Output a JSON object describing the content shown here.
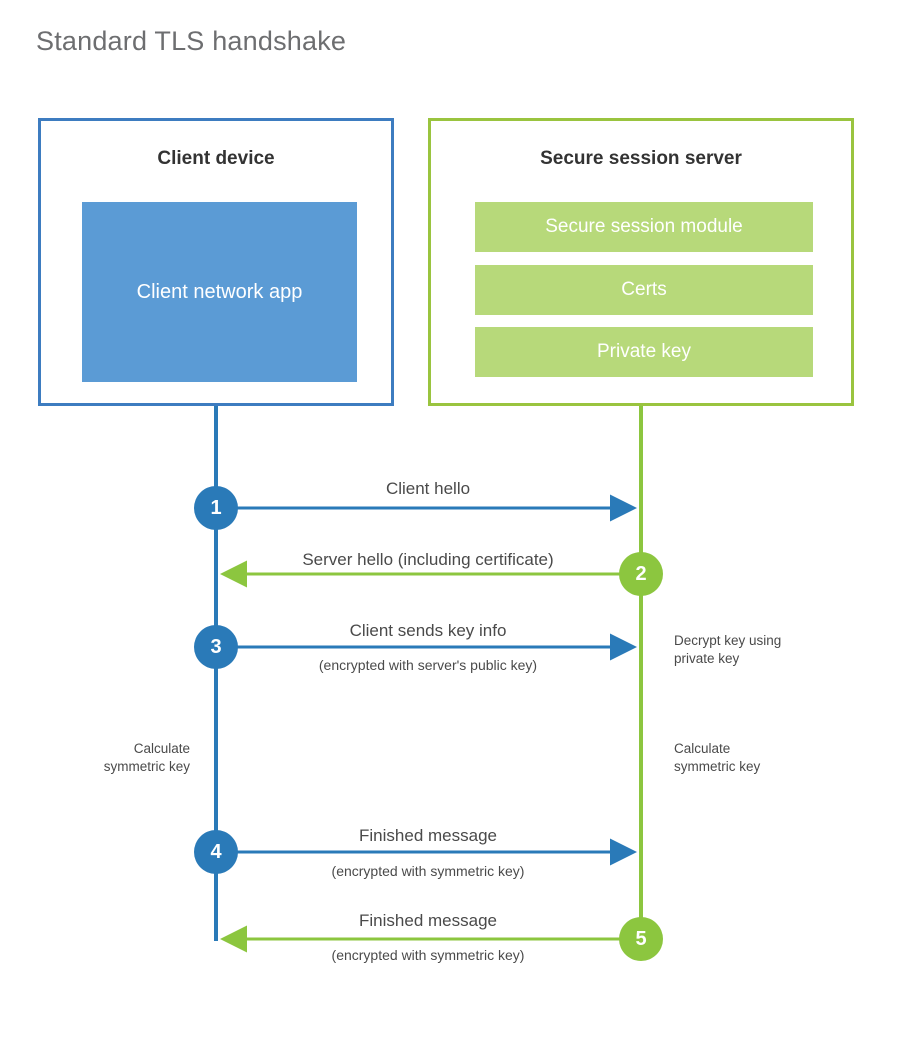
{
  "title": "Standard TLS handshake",
  "colors": {
    "client_border": "#3d7cc0",
    "client_fill": "#5b9bd5",
    "client_accent": "#2a7ab8",
    "server_border": "#9ac43f",
    "server_fill": "#b7d97a",
    "server_accent": "#8cc63f",
    "title_text": "#6d6e70",
    "body_text": "#4a4a4a",
    "heading_text": "#333333",
    "background": "#ffffff"
  },
  "client": {
    "title": "Client device",
    "app_label": "Client network app"
  },
  "server": {
    "title": "Secure session server",
    "modules": [
      {
        "label": "Secure session module"
      },
      {
        "label": "Certs"
      },
      {
        "label": "Private key"
      }
    ]
  },
  "steps": [
    {
      "number": "1",
      "label": "Client hello",
      "sub": "",
      "direction": "client-to-server",
      "origin": "client"
    },
    {
      "number": "2",
      "label": "Server hello (including certificate)",
      "sub": "",
      "direction": "server-to-client",
      "origin": "server"
    },
    {
      "number": "3",
      "label": "Client sends key info",
      "sub": "(encrypted with server's public key)",
      "direction": "client-to-server",
      "origin": "client"
    },
    {
      "number": "4",
      "label": "Finished message",
      "sub": "(encrypted with symmetric key)",
      "direction": "client-to-server",
      "origin": "client"
    },
    {
      "number": "5",
      "label": "Finished message",
      "sub": "(encrypted with symmetric key)",
      "direction": "server-to-client",
      "origin": "server"
    }
  ],
  "annotations": {
    "decrypt_note_line1": "Decrypt key using",
    "decrypt_note_line2": "private key",
    "client_calc_line1": "Calculate",
    "client_calc_line2": "symmetric key",
    "server_calc_line1": "Calculate",
    "server_calc_line2": "symmetric key"
  }
}
